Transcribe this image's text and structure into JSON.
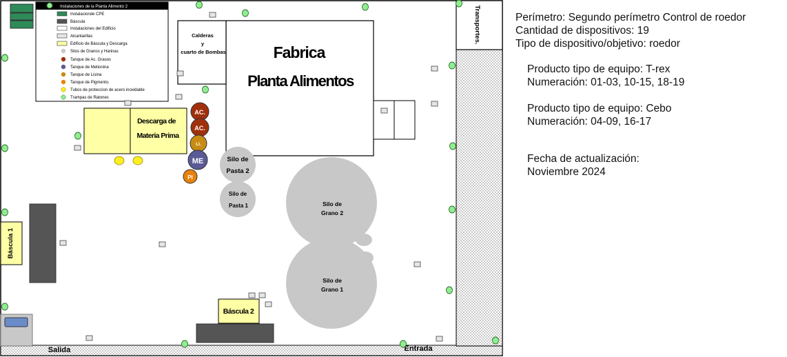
{
  "legend": {
    "title": "Instalaciones de la Planta Alimento 2",
    "items": [
      {
        "label": "Instalacionde CPE",
        "swatch": "cpe"
      },
      {
        "label": "Báscula",
        "swatch": "bascula"
      },
      {
        "label": "Instalaciones del Edificio",
        "swatch": "edificio"
      },
      {
        "label": "Alcantarillas",
        "swatch": "alcantarilla"
      },
      {
        "label": "Edificio de Báscula y Descarga",
        "swatch": "descarga"
      },
      {
        "label": "Silos de Granos y Harinas",
        "swatch": "silo"
      },
      {
        "label": "Tanque de Ac. Grasos",
        "swatch": "grasos"
      },
      {
        "label": "Tanque de Metionina",
        "swatch": "metionina"
      },
      {
        "label": "Tanque de Lisina",
        "swatch": "lisina"
      },
      {
        "label": "Tanque de Pigmento.",
        "swatch": "pigmento"
      },
      {
        "label": "Tubos de proteccion de acero inoxidable",
        "swatch": "tubo"
      },
      {
        "label": "Trampas de Ratones",
        "swatch": "trampa"
      }
    ]
  },
  "plan": {
    "fabrica_line1": "Fabrica",
    "fabrica_line2": "Planta Alimentos",
    "calderas_line1": "Calderas",
    "calderas_line2": "y",
    "calderas_line3": "cuarto de Bombas",
    "descarga_line1": "Descarga de",
    "descarga_line2": "Materia Prima",
    "tank_ac1": "AC.",
    "tank_ac2": "AC.",
    "tank_li": "LI.",
    "tank_me": "ME",
    "tank_pi": "PI",
    "silo_pasta2_line1": "Silo de",
    "silo_pasta2_line2": "Pasta 2",
    "silo_pasta1_line1": "Silo de",
    "silo_pasta1_line2": "Pasta 1",
    "silo_grano2_line1": "Silo de",
    "silo_grano2_line2": "Grano 2",
    "silo_grano1_line1": "Silo de",
    "silo_grano1_line2": "Grano 1",
    "bascula1": "Báscula 1",
    "bascula2": "Báscula 2",
    "transportes": "Transportes.",
    "salida": "Salida",
    "entrada": "Entrada"
  },
  "info": {
    "perimetro": "Perímetro: Segundo perímetro Control de roedor",
    "cantidad": "Cantidad de dispositivos:  19",
    "tipo": "Tipo de dispositivo/objetivo: roedor",
    "trex_tipo": "Producto tipo de equipo: T-rex",
    "trex_num": "Numeración: 01-03, 10-15, 18-19",
    "cebo_tipo": "Producto tipo de equipo: Cebo",
    "cebo_num": "Numeración: 04-09, 16-17",
    "fecha_label": "Fecha de actualización:",
    "fecha_valor": "Noviembre 2024"
  },
  "colors": {
    "cpe": "#2e8b57",
    "trampa": "#90ee90",
    "descarga": "#ffffa6",
    "silo": "#c8c8c8",
    "grasos": "#a0300c",
    "metionina": "#5a5a96",
    "lisina": "#c88c14",
    "pigmento": "#e8820c",
    "tubo": "#ffee22",
    "bascula": "#555555"
  }
}
